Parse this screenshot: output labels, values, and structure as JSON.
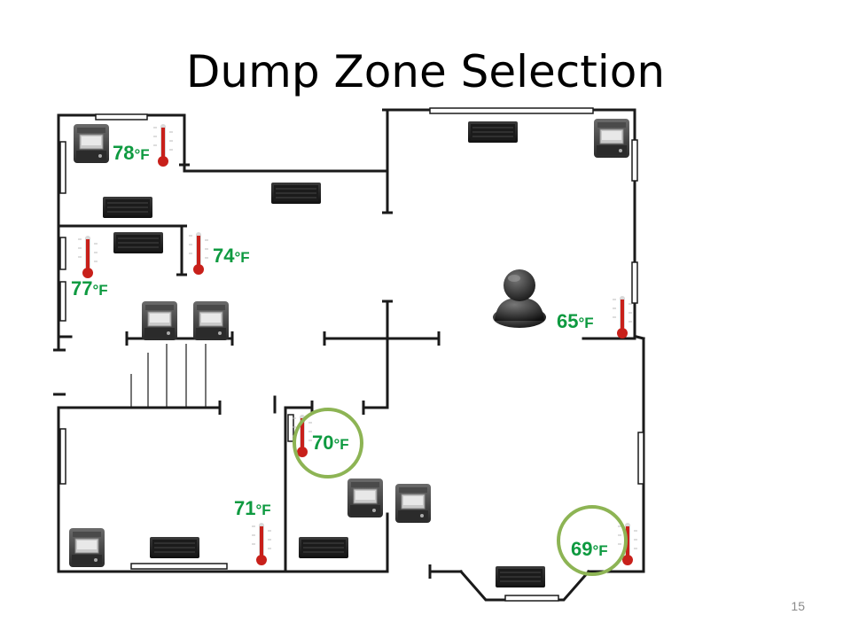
{
  "slide": {
    "title": "Dump Zone Selection",
    "page_number": "15"
  },
  "zones": [
    {
      "id": "upper-left-room",
      "temperature": "78",
      "unit": "°F",
      "highlighted": false
    },
    {
      "id": "middle-left-room",
      "temperature": "74",
      "unit": "°F",
      "highlighted": false
    },
    {
      "id": "left-room",
      "temperature": "77",
      "unit": "°F",
      "highlighted": false
    },
    {
      "id": "right-room",
      "temperature": "65",
      "unit": "°F",
      "highlighted": false
    },
    {
      "id": "center-hall",
      "temperature": "70",
      "unit": "°F",
      "highlighted": true
    },
    {
      "id": "lower-left-room",
      "temperature": "71",
      "unit": "°F",
      "highlighted": false
    },
    {
      "id": "lower-right-room",
      "temperature": "69",
      "unit": "°F",
      "highlighted": true
    }
  ],
  "colors": {
    "temperature_text": "#0e9a40",
    "highlight_ring": "#8db454",
    "wall": "#1a1a1a",
    "thermometer_red": "#c8201a"
  },
  "icons": {
    "occupant": "person-icon",
    "thermostat": "thermostat-icon",
    "vent": "vent-register-icon",
    "thermometer": "thermometer-icon"
  }
}
